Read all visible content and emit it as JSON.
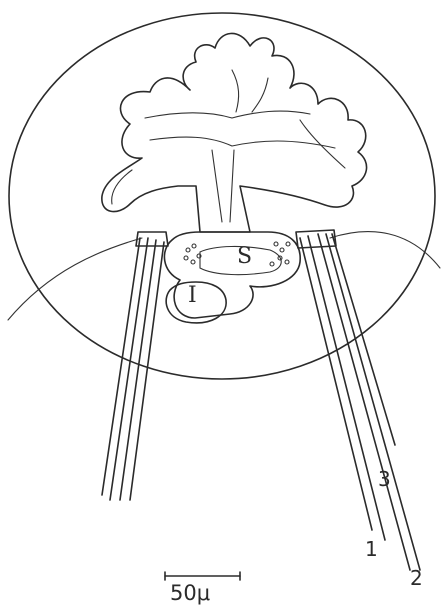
{
  "labels": {
    "S": "S",
    "I": "I",
    "one": "1",
    "two": "2",
    "three": "3",
    "scale_bar": "50μ"
  }
}
